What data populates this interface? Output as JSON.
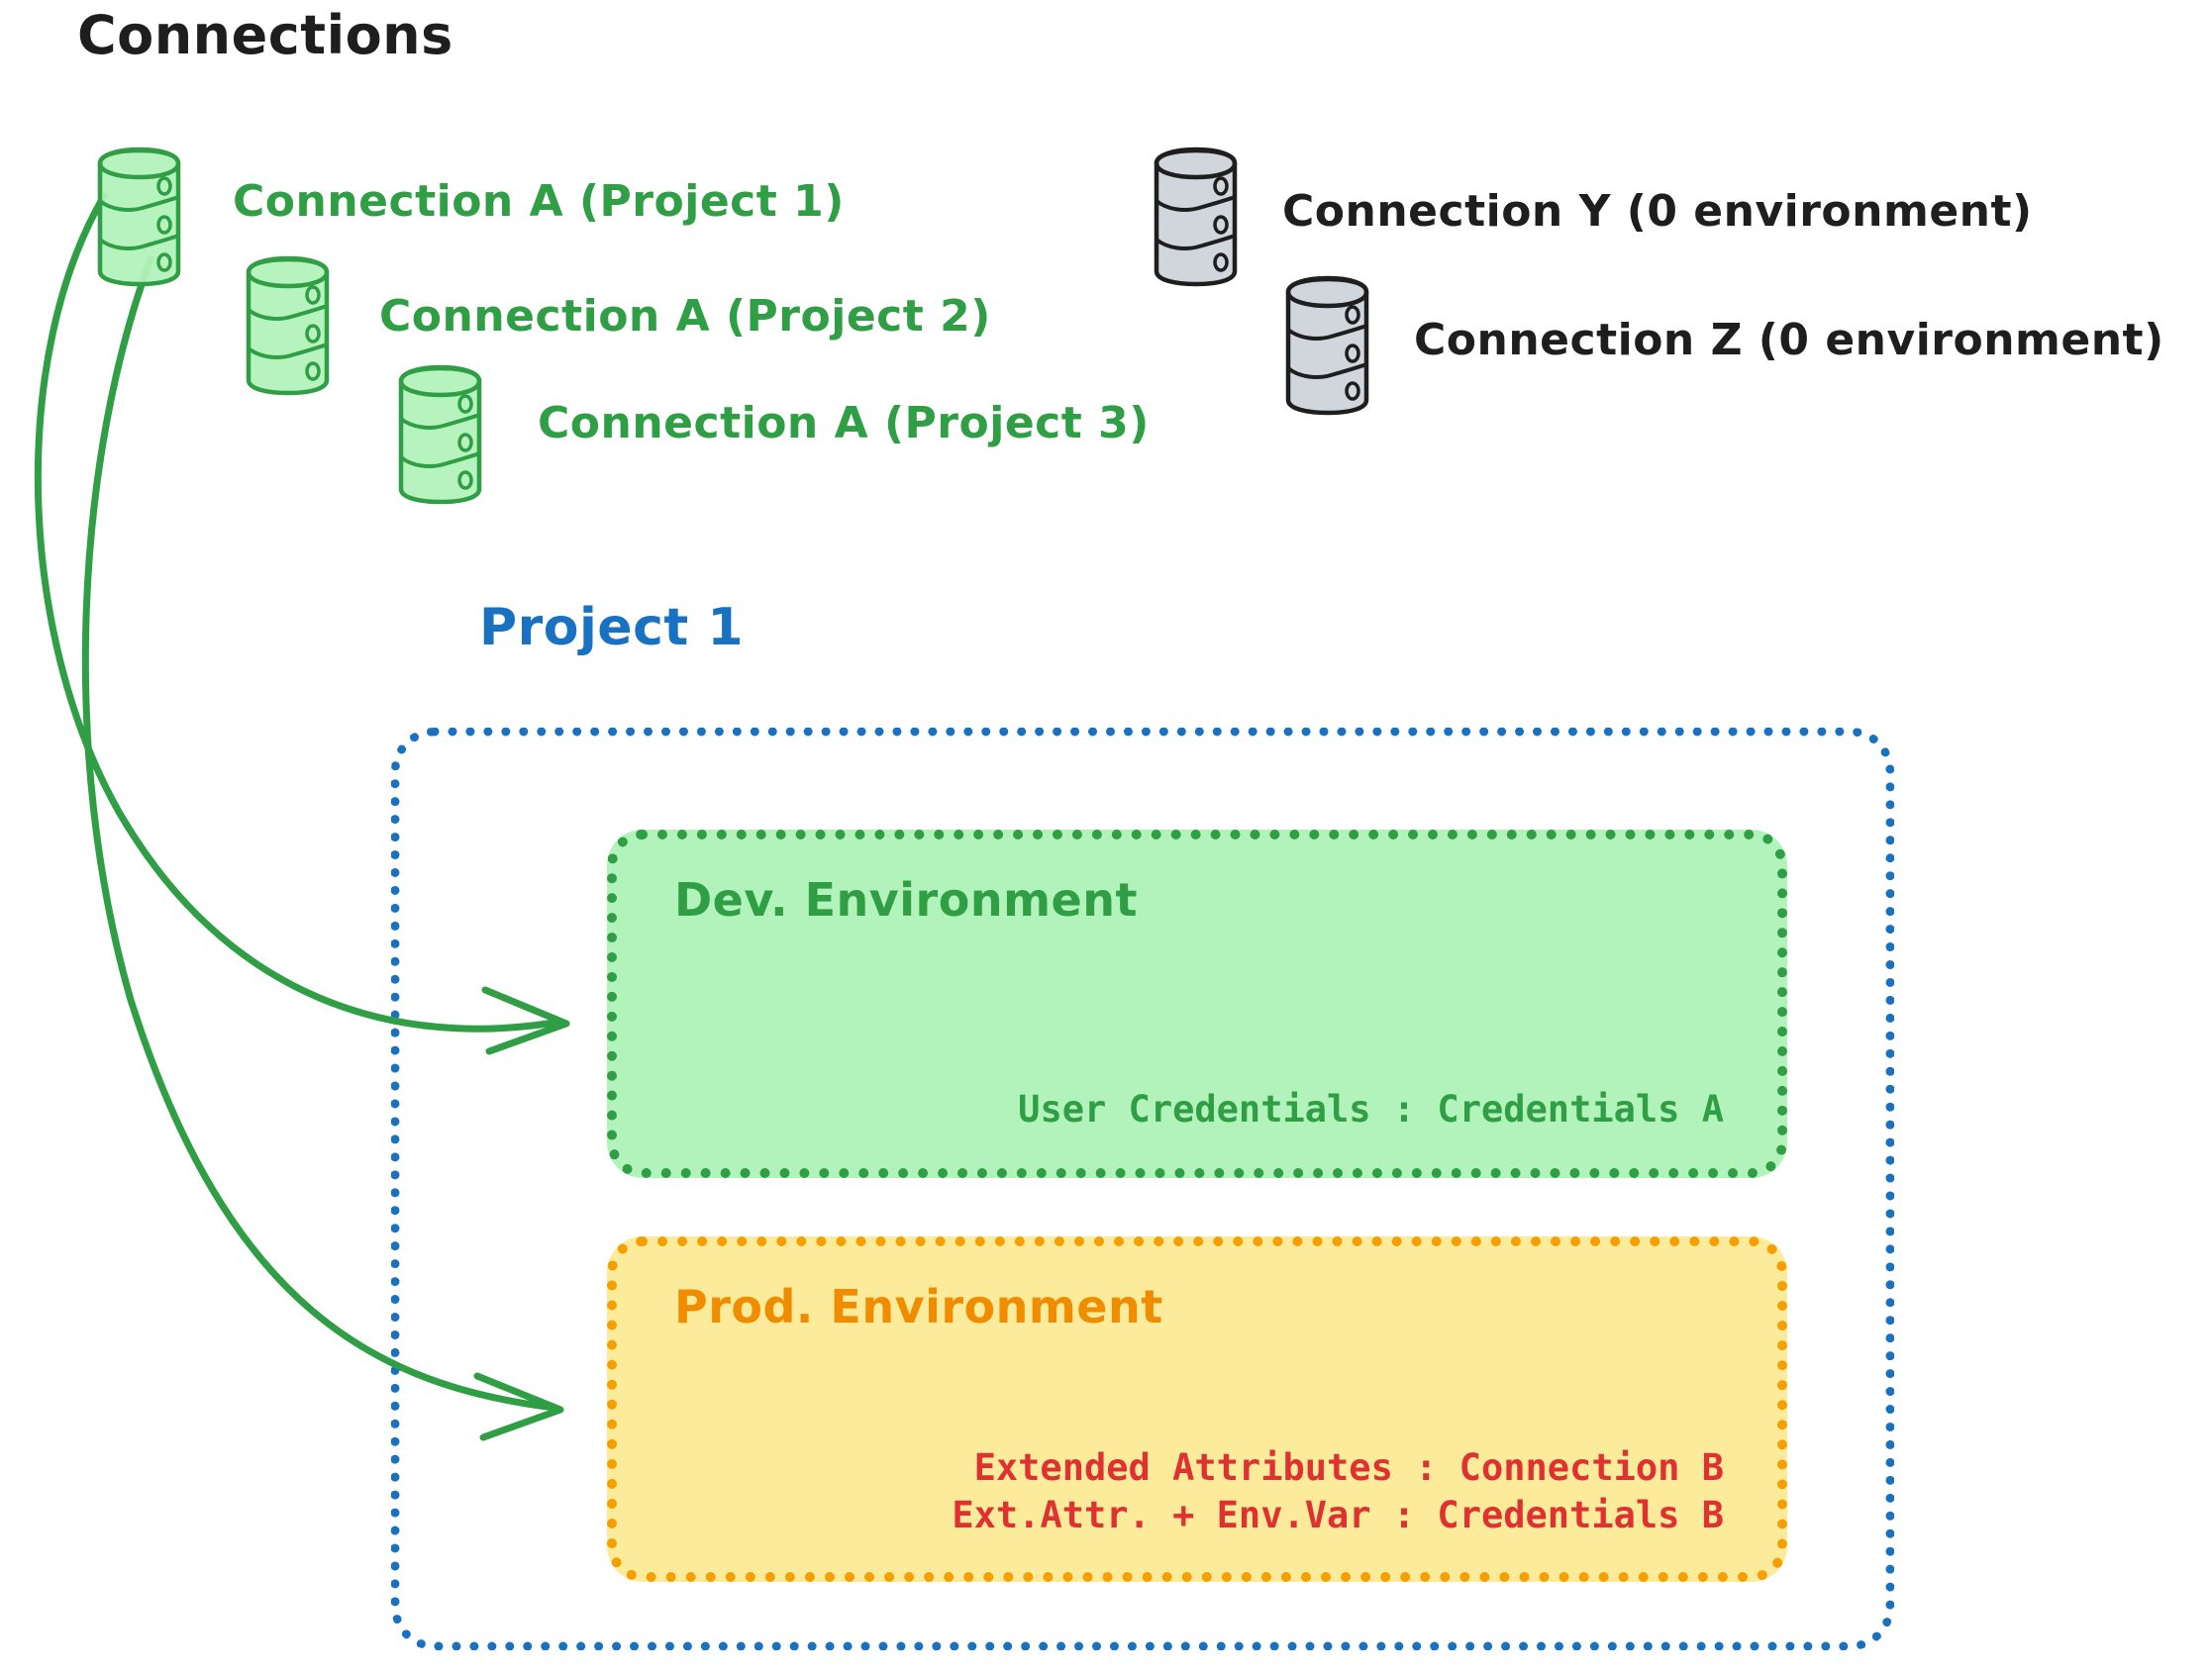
{
  "diagram": {
    "title": "Connections",
    "type": "architecture-diagram"
  },
  "colors": {
    "green_stroke": "#2f9e44",
    "green_fill": "#b2f2bb",
    "orange_stroke": "#f59f00",
    "orange_fill": "#fceb9b",
    "blue_stroke": "#1971c2",
    "red_text": "#e03131",
    "black_text": "#1e1e1e",
    "gray_db_fill": "#ced4da",
    "gray_db_stroke": "#1e1e1e"
  },
  "connections": [
    {
      "id": "a1",
      "label": "Connection A (Project 1)",
      "color": "green",
      "icon": "database-icon"
    },
    {
      "id": "a2",
      "label": "Connection A (Project 2)",
      "color": "green",
      "icon": "database-icon"
    },
    {
      "id": "a3",
      "label": "Connection A (Project 3)",
      "color": "green",
      "icon": "database-icon"
    },
    {
      "id": "y",
      "label": "Connection Y (0 environment)",
      "color": "gray",
      "icon": "database-icon"
    },
    {
      "id": "z",
      "label": "Connection Z (0 environment)",
      "color": "gray",
      "icon": "database-icon"
    }
  ],
  "project": {
    "title": "Project 1",
    "environments": [
      {
        "id": "dev",
        "title": "Dev. Environment",
        "color": "green",
        "rows": [
          "User Credentials : Credentials A"
        ]
      },
      {
        "id": "prod",
        "title": "Prod. Environment",
        "color": "orange",
        "rows": [
          "Extended Attributes : Connection B",
          "Ext.Attr. + Env.Var : Credentials B"
        ]
      }
    ]
  },
  "arrows": [
    {
      "from": "connection-a-project-1",
      "to": "dev-environment",
      "style": "curved-green-arrow"
    },
    {
      "from": "connection-a-project-1",
      "to": "prod-environment",
      "style": "curved-green-arrow"
    }
  ]
}
